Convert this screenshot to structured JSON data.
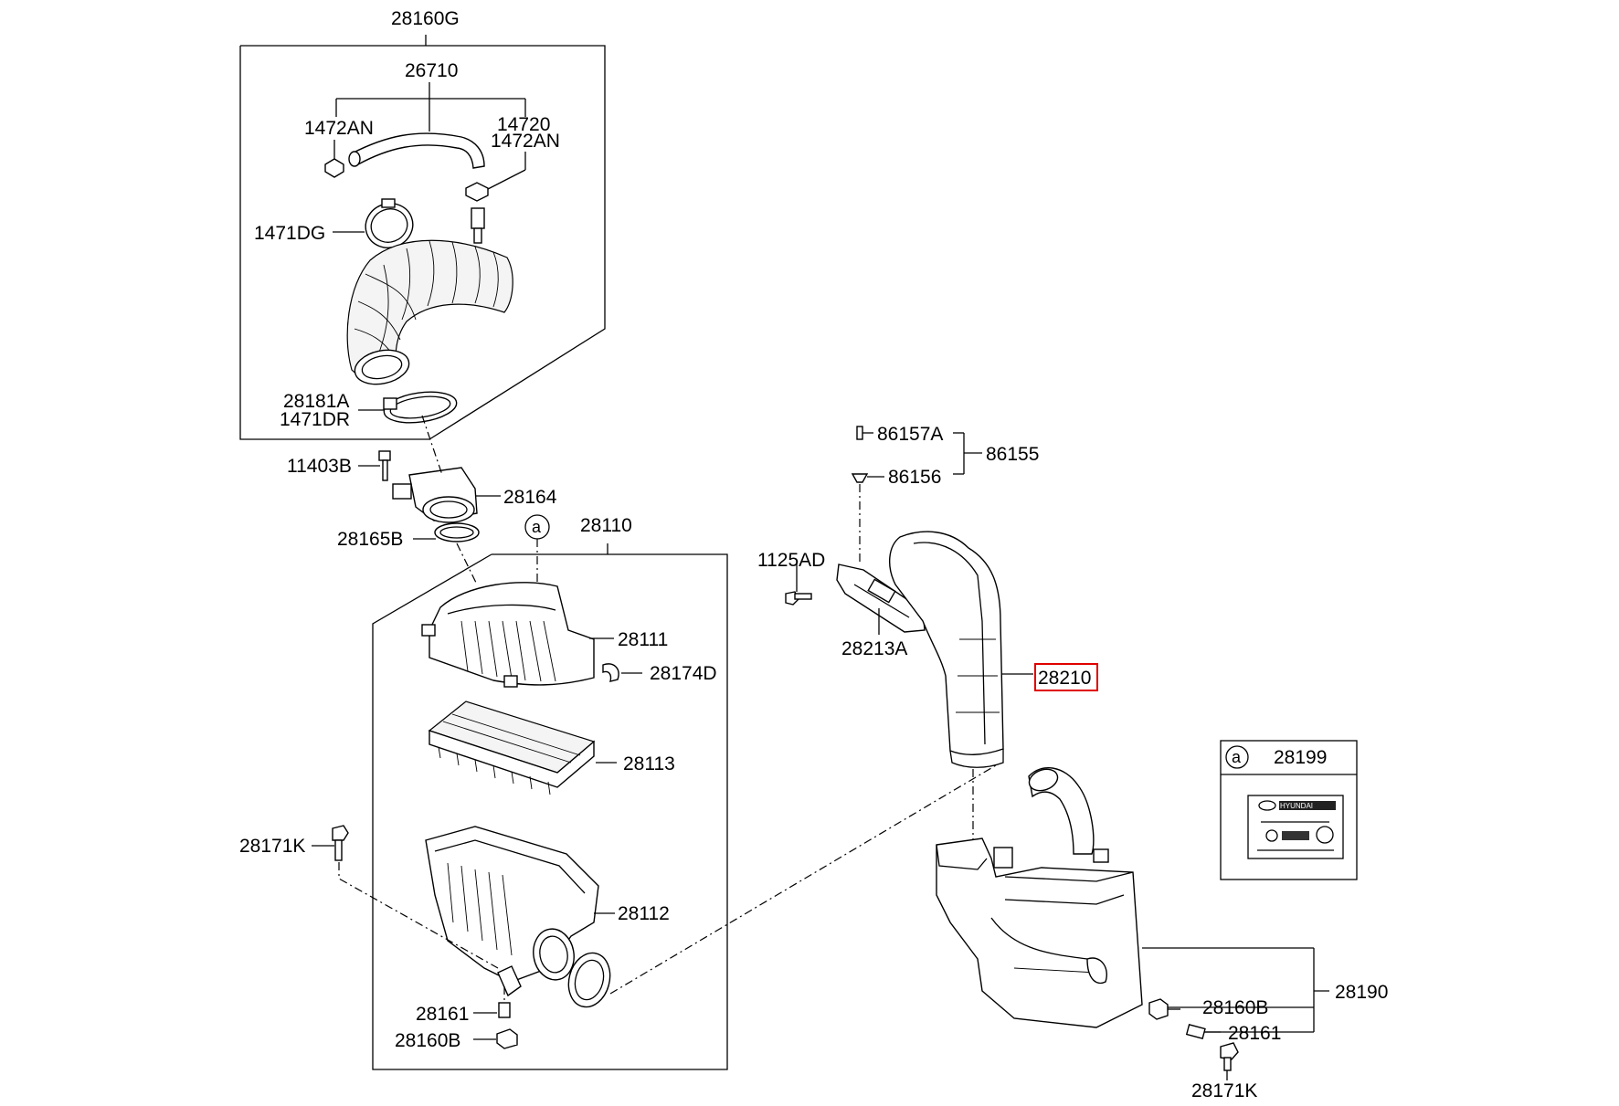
{
  "labels": {
    "l_28160G": "28160G",
    "l_26710": "26710",
    "l_14720": "14720",
    "l_1472AN_left": "1472AN",
    "l_1472AN_right": "1472AN",
    "l_1471DG": "1471DG",
    "l_28181A": "28181A",
    "l_1471DR": "1471DR",
    "l_11403B": "11403B",
    "l_28164": "28164",
    "l_28165B": "28165B",
    "l_28110": "28110",
    "l_28111": "28111",
    "l_28174D": "28174D",
    "l_28113": "28113",
    "l_28171K_left": "28171K",
    "l_28112": "28112",
    "l_28161_left": "28161",
    "l_28160B_left": "28160B",
    "l_86157A": "86157A",
    "l_86155": "86155",
    "l_86156": "86156",
    "l_1125AD": "1125AD",
    "l_28213A": "28213A",
    "l_28210": "28210",
    "l_28199": "28199",
    "l_28190": "28190",
    "l_28160B_right": "28160B",
    "l_28161_right": "28161",
    "l_28171K_right": "28171K"
  },
  "callout_markers": {
    "marker_top": "a",
    "marker_box": "a"
  },
  "highlighted_part": "28210",
  "highlight_color": "#e00000",
  "label_plate": {
    "brand": "HYUNDAI"
  }
}
